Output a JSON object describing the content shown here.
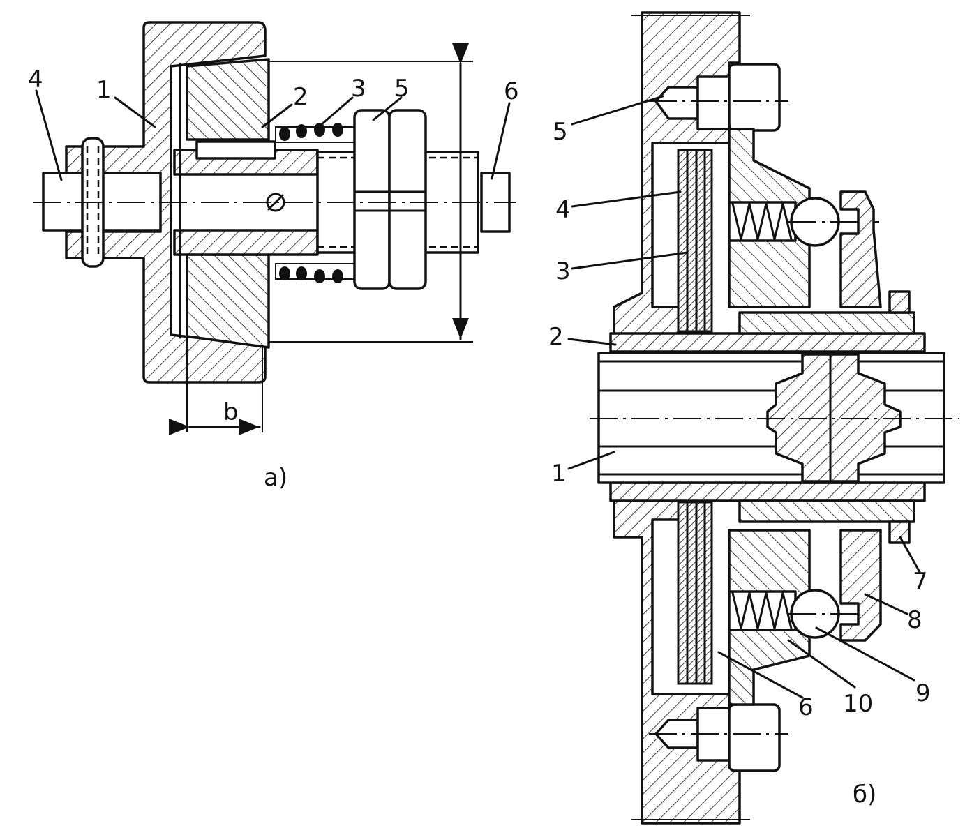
{
  "figure_a": {
    "caption": "a)",
    "dimension_label": "b",
    "labels": [
      "4",
      "1",
      "2",
      "3",
      "5",
      "6"
    ]
  },
  "figure_b": {
    "caption": "б)",
    "labels": [
      "5",
      "4",
      "3",
      "2",
      "1",
      "7",
      "8",
      "9",
      "10",
      "6"
    ]
  }
}
